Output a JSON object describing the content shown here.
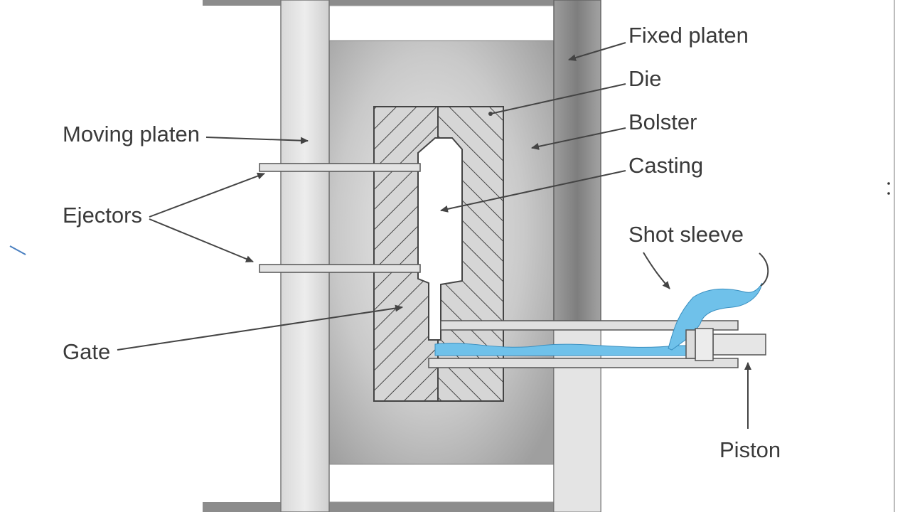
{
  "labels": {
    "fixed_platen": "Fixed platen",
    "die": "Die",
    "bolster": "Bolster",
    "casting": "Casting",
    "shot_sleeve": "Shot sleeve",
    "piston": "Piston",
    "moving_platen": "Moving platen",
    "ejectors": "Ejectors",
    "gate": "Gate"
  },
  "colors": {
    "metal": "#6fc1ea",
    "frame": "#a8a8a8",
    "bolster": "#c4c4c4",
    "hatch": "#444444"
  }
}
